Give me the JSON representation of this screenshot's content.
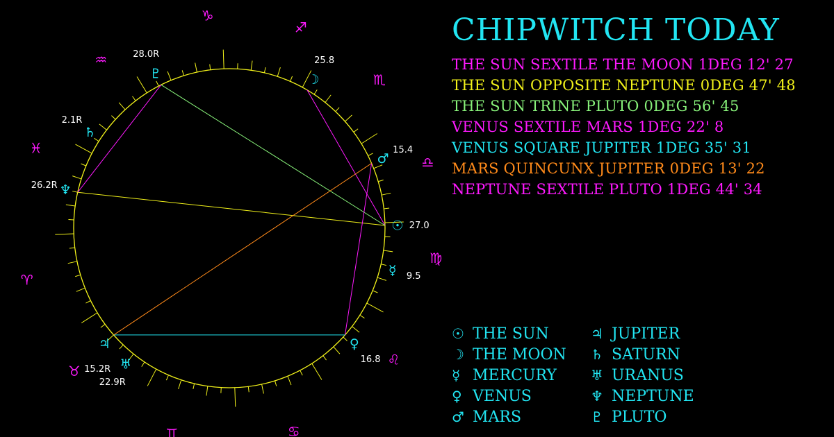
{
  "title": "CHIPWITCH TODAY",
  "colors": {
    "background": "#000000",
    "circle": "#f2f21a",
    "planet": "#22e5f2",
    "sign": "#ff1aff",
    "text": "#ffffff"
  },
  "aspects": [
    {
      "text": "THE SUN SEXTILE THE MOON 1DEG 12' 27",
      "color": "#ff1aff"
    },
    {
      "text": "THE SUN OPPOSITE NEPTUNE 0DEG 47' 48",
      "color": "#f2f21a"
    },
    {
      "text": "THE SUN TRINE PLUTO 0DEG 56' 45",
      "color": "#88f27a"
    },
    {
      "text": "VENUS SEXTILE MARS 1DEG 22' 8",
      "color": "#ff1aff"
    },
    {
      "text": "VENUS SQUARE JUPITER 1DEG 35' 31",
      "color": "#22e5f2"
    },
    {
      "text": "MARS QUINCUNX JUPITER 0DEG 13' 22",
      "color": "#ff8a1a"
    },
    {
      "text": "NEPTUNE SEXTILE PLUTO 1DEG 44' 34",
      "color": "#ff1aff"
    }
  ],
  "legend": {
    "col1": [
      {
        "glyph": "☉",
        "label": "THE SUN",
        "icon": "sun-icon"
      },
      {
        "glyph": "☽",
        "label": "THE MOON",
        "icon": "moon-icon"
      },
      {
        "glyph": "☿",
        "label": "MERCURY",
        "icon": "mercury-icon"
      },
      {
        "glyph": "♀",
        "label": "VENUS",
        "icon": "venus-icon"
      },
      {
        "glyph": "♂",
        "label": "MARS",
        "icon": "mars-icon"
      }
    ],
    "col2": [
      {
        "glyph": "♃",
        "label": "JUPITER",
        "icon": "jupiter-icon"
      },
      {
        "glyph": "♄",
        "label": "SATURN",
        "icon": "saturn-icon"
      },
      {
        "glyph": "♅",
        "label": "URANUS",
        "icon": "uranus-icon"
      },
      {
        "glyph": "♆",
        "label": "NEPTUNE",
        "icon": "neptune-icon"
      },
      {
        "glyph": "♇",
        "label": "PLUTO",
        "icon": "pluto-icon"
      }
    ]
  },
  "planets": [
    {
      "key": "sun",
      "glyph": "☉",
      "label": "27.0",
      "angle": 1
    },
    {
      "key": "moon",
      "glyph": "☽",
      "label": "25.8",
      "angle": 60
    },
    {
      "key": "mercury",
      "glyph": "☿",
      "label": "9.5",
      "angle": -14
    },
    {
      "key": "venus",
      "glyph": "♀",
      "label": "16.8",
      "angle": -42
    },
    {
      "key": "mars",
      "glyph": "♂",
      "label": "15.4",
      "angle": 24
    },
    {
      "key": "jupiter",
      "glyph": "♃",
      "label": "",
      "angle": 222
    },
    {
      "key": "saturn",
      "glyph": "♄",
      "label": "2.1R",
      "angle": 146
    },
    {
      "key": "uranus",
      "glyph": "♅",
      "label": "22.9R",
      "angle": 232
    },
    {
      "key": "neptune",
      "glyph": "♆",
      "label": "26.2R",
      "angle": 167
    },
    {
      "key": "pluto",
      "glyph": "♇",
      "label": "28.0R",
      "angle": 116
    },
    {
      "key": "jupiter-label",
      "glyph": "",
      "label": "15.2R",
      "angle": 226
    }
  ],
  "signs": [
    {
      "glyph": "♑",
      "name": "capricorn",
      "angle": 96
    },
    {
      "glyph": "♐",
      "name": "sagittarius",
      "angle": 70
    },
    {
      "glyph": "♏",
      "name": "scorpio",
      "angle": 44
    },
    {
      "glyph": "♎",
      "name": "libra",
      "angle": 18
    },
    {
      "glyph": "♍",
      "name": "virgo",
      "angle": -8
    },
    {
      "glyph": "♌",
      "name": "leo",
      "angle": -38
    },
    {
      "glyph": "♋",
      "name": "cancer",
      "angle": -72
    },
    {
      "glyph": "♊",
      "name": "gemini",
      "angle": -106
    },
    {
      "glyph": "♉",
      "name": "taurus",
      "angle": 222
    },
    {
      "glyph": "♈",
      "name": "aries",
      "angle": 194
    },
    {
      "glyph": "♓",
      "name": "pisces",
      "angle": 158
    },
    {
      "glyph": "♒",
      "name": "aquarius",
      "angle": 128
    }
  ],
  "aspect_lines": [
    {
      "from": "sun",
      "to": "moon",
      "color": "#ff1aff"
    },
    {
      "from": "sun",
      "to": "neptune",
      "color": "#f2f21a"
    },
    {
      "from": "sun",
      "to": "pluto",
      "color": "#88f27a"
    },
    {
      "from": "venus",
      "to": "mars",
      "color": "#ff1aff"
    },
    {
      "from": "venus",
      "to": "jupiter",
      "color": "#22e5f2"
    },
    {
      "from": "mars",
      "to": "jupiter",
      "color": "#ff8a1a"
    },
    {
      "from": "neptune",
      "to": "pluto",
      "color": "#ff1aff"
    }
  ]
}
